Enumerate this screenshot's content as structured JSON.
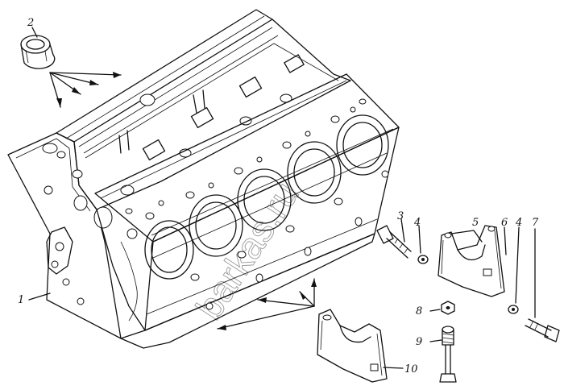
{
  "watermark": "barkas.ru",
  "callouts": {
    "c1": "1",
    "c2": "2",
    "c3": "3",
    "c4a": "4",
    "c5": "5",
    "c6": "6",
    "c4b": "4",
    "c7": "7",
    "c8": "8",
    "c9": "9",
    "c10": "10"
  },
  "colors": {
    "ink": "#111111",
    "paper": "#ffffff",
    "watermark": "#9a9a9a"
  }
}
